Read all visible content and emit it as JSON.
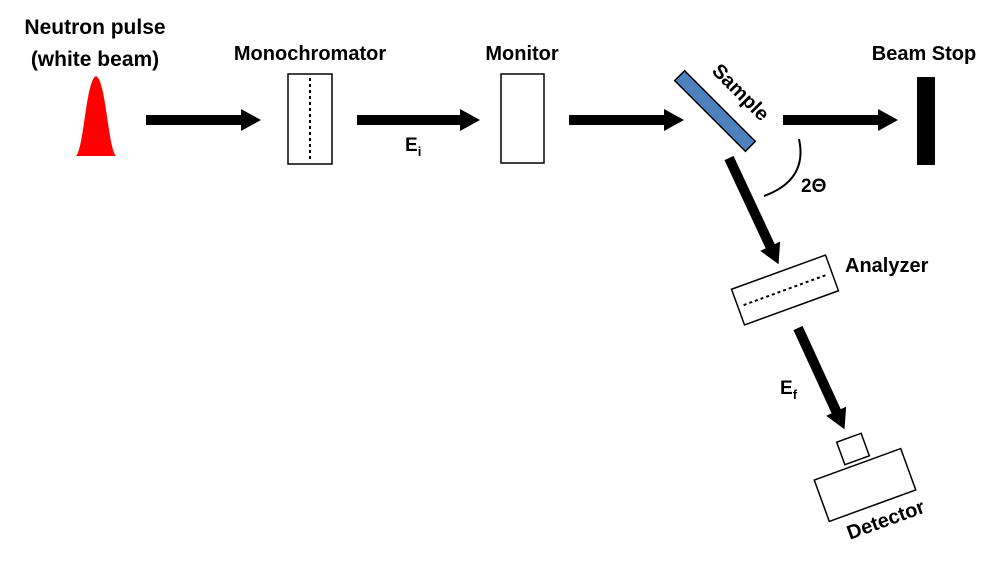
{
  "labels": {
    "source_line1": "Neutron pulse",
    "source_line2": "(white beam)",
    "monochromator": "Monochromator",
    "monitor": "Monitor",
    "sample": "Sample",
    "beam_stop": "Beam Stop",
    "analyzer": "Analyzer",
    "detector": "Detector",
    "incident_energy": "E",
    "incident_energy_sub": "i",
    "final_energy": "E",
    "final_energy_sub": "f",
    "scattering_angle": "2Θ"
  },
  "colors": {
    "pulse": "#ff0000",
    "sample": "#4f81bd",
    "arrow": "#000000",
    "background": "#ffffff"
  }
}
